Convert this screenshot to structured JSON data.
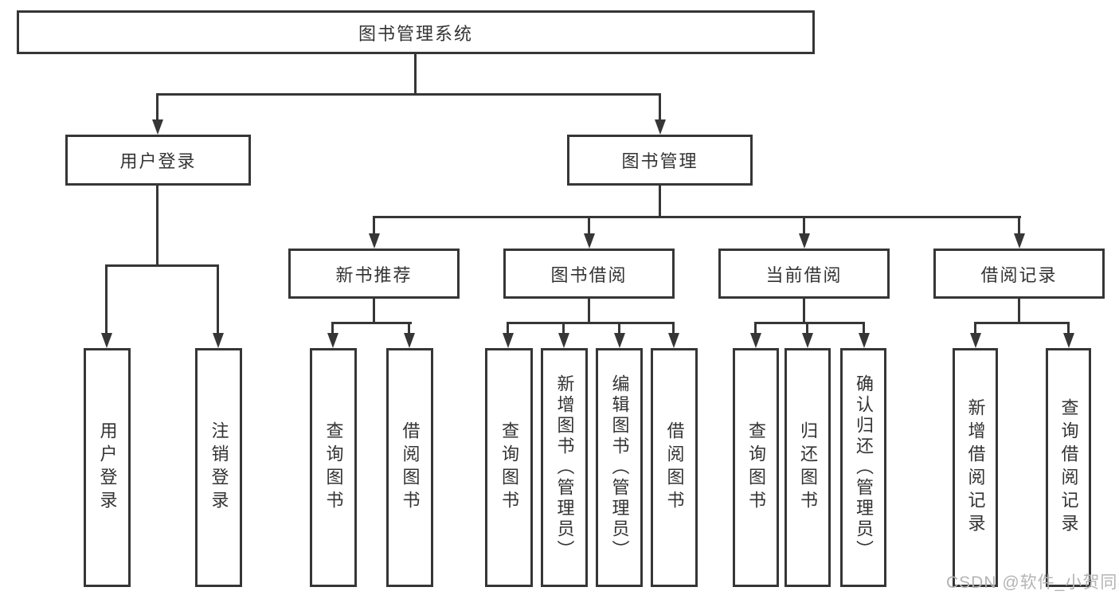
{
  "diagram": {
    "root": {
      "label": "图书管理系统"
    },
    "level2": {
      "user_login": {
        "label": "用户登录"
      },
      "book_mgmt": {
        "label": "图书管理"
      }
    },
    "level3": {
      "new_book_rec": {
        "label": "新书推荐"
      },
      "book_borrow": {
        "label": "图书借阅"
      },
      "current_borrow": {
        "label": "当前借阅"
      },
      "borrow_record": {
        "label": "借阅记录"
      }
    },
    "leaves": {
      "user_login_1": {
        "label": "用户登录"
      },
      "user_login_2": {
        "label": "注销登录"
      },
      "new_book_rec_1": {
        "label": "查询图书"
      },
      "new_book_rec_2": {
        "label": "借阅图书"
      },
      "book_borrow_1": {
        "label": "查询图书"
      },
      "book_borrow_2": {
        "label": "新增图书（管理员）"
      },
      "book_borrow_3": {
        "label": "编辑图书（管理员）"
      },
      "book_borrow_4": {
        "label": "借阅图书"
      },
      "current_borrow_1": {
        "label": "查询图书"
      },
      "current_borrow_2": {
        "label": "归还图书"
      },
      "current_borrow_3": {
        "label": "确认归还（管理员）"
      },
      "borrow_record_1": {
        "label": "新增借阅记录"
      },
      "borrow_record_2": {
        "label": "查询借阅记录"
      }
    },
    "watermark": "CSDN @软件_小贺同学",
    "colors": {
      "line": "#363636",
      "text": "#333333",
      "watermark": "#b4b4b4",
      "background": "#ffffff"
    }
  }
}
